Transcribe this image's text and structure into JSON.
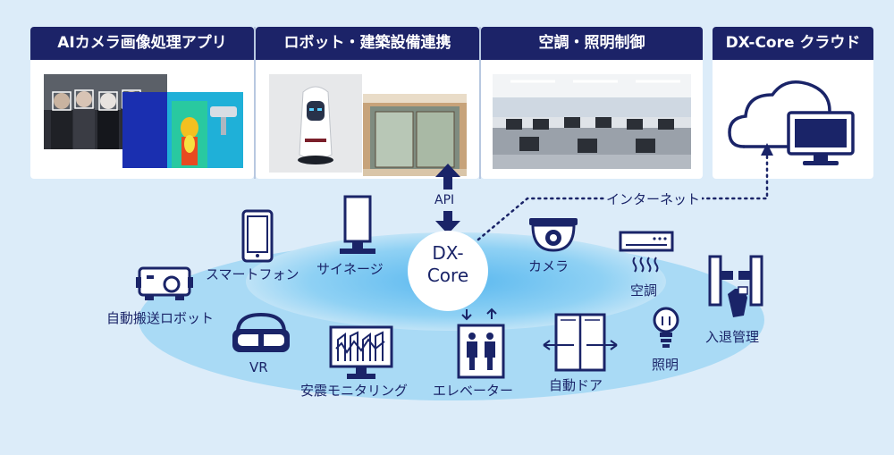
{
  "panels": {
    "ai_camera": "AIカメラ画像処理アプリ",
    "robot_building": "ロボット・建築設備連携",
    "hvac_lighting": "空調・照明制御",
    "cloud": "DX-Core クラウド"
  },
  "hub": {
    "line1": "DX-",
    "line2": "Core"
  },
  "api_label": "API",
  "internet_label": "インターネット",
  "devices": {
    "smartphone": "スマートフォン",
    "signage": "サイネージ",
    "camera": "カメラ",
    "aircon": "空調",
    "access": "入退管理",
    "lighting": "照明",
    "auto_door": "自動ドア",
    "elevator": "エレベーター",
    "seismic": "安震モニタリング",
    "vr": "VR",
    "robot": "自動搬送ロボット"
  }
}
